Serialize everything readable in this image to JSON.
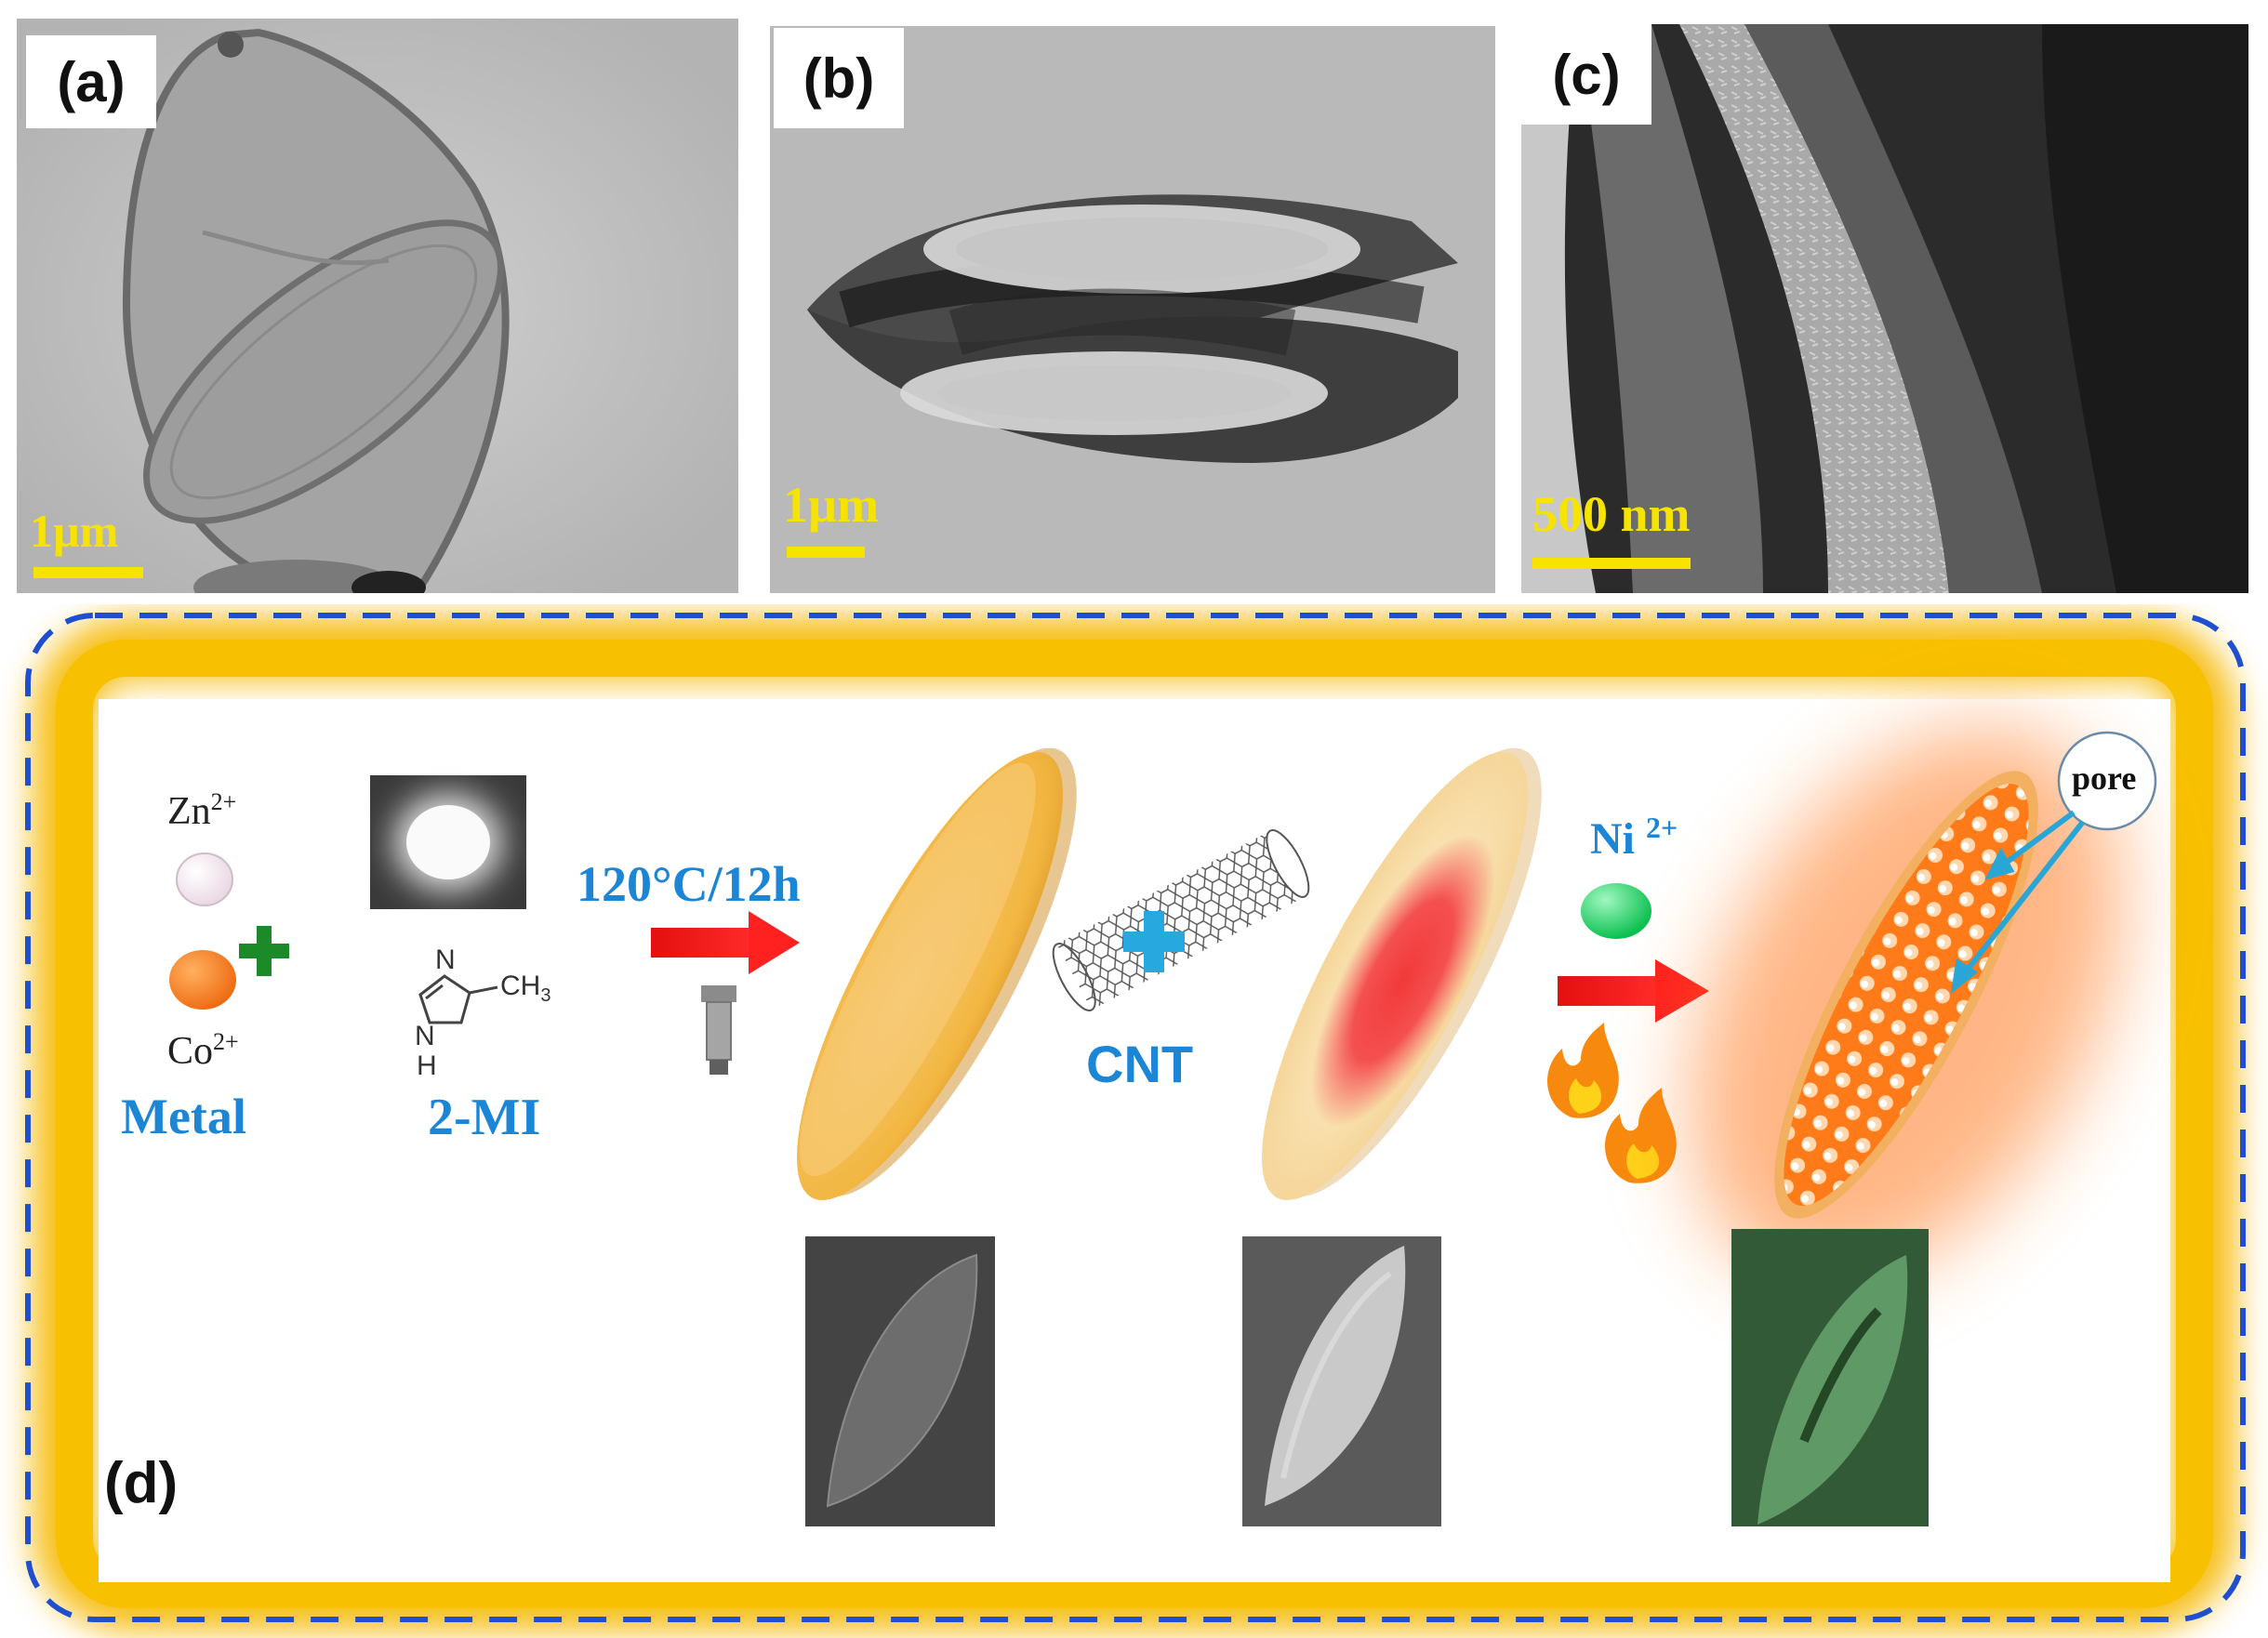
{
  "panels": {
    "a": {
      "label": "(a)",
      "scale": "1µm"
    },
    "b": {
      "label": "(b)",
      "scale": "1µm"
    },
    "c": {
      "label": "(c)",
      "scale": "500 nm"
    },
    "d": {
      "label": "(d)"
    }
  },
  "scheme": {
    "zn": "Zn",
    "zn_sup": "2+",
    "co": "Co",
    "co_sup": "2+",
    "metal": "Metal",
    "mi_name": "2-MI",
    "mi_methyl": "CH",
    "mi_methyl_sub": "3",
    "mi_n": "N",
    "mi_nh": "N",
    "mi_h": "H",
    "condition": "120°C/12h",
    "cnt": "CNT",
    "ni": "Ni",
    "ni_sup": "2+",
    "pore": "pore"
  },
  "colors": {
    "frame_blue": "#1f4fcf",
    "glow_gold": "#f5b800",
    "arrow_red": "#e51a1a",
    "label_blue": "#1c86d6",
    "scale_yellow": "#f6e400"
  }
}
